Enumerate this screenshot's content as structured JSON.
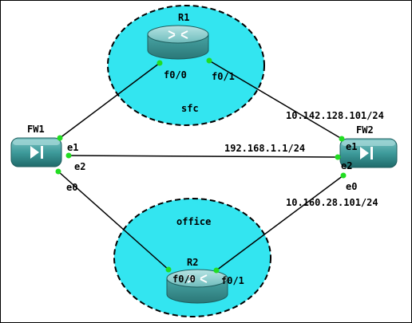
{
  "routers": {
    "r1": {
      "name": "R1"
    },
    "r2": {
      "name": "R2"
    }
  },
  "firewalls": {
    "fw1": {
      "name": "FW1"
    },
    "fw2": {
      "name": "FW2"
    }
  },
  "zones": {
    "sfc": {
      "label": "sfc"
    },
    "office": {
      "label": "office"
    }
  },
  "interfaces": {
    "r1_f0_0": "f0/0",
    "r1_f0_1": "f0/1",
    "r2_f0_0": "f0/0",
    "r2_f0_1": "f0/1",
    "fw1_e1": "e1",
    "fw1_e2": "e2",
    "fw1_e0": "e0",
    "fw2_e1": "e1",
    "fw2_e2": "e2",
    "fw2_e0": "e0"
  },
  "addresses": {
    "fw2_e1": "10.142.128.101/24",
    "fw2_e2": "192.168.1.1/24",
    "fw2_e0": "10.160.28.101/24"
  },
  "colors": {
    "zone_fill": "#33e5f0",
    "device_body": "#3e9b9b",
    "device_top": "#8cd1d1",
    "link_dot": "#22dd22",
    "line": "#000000"
  }
}
